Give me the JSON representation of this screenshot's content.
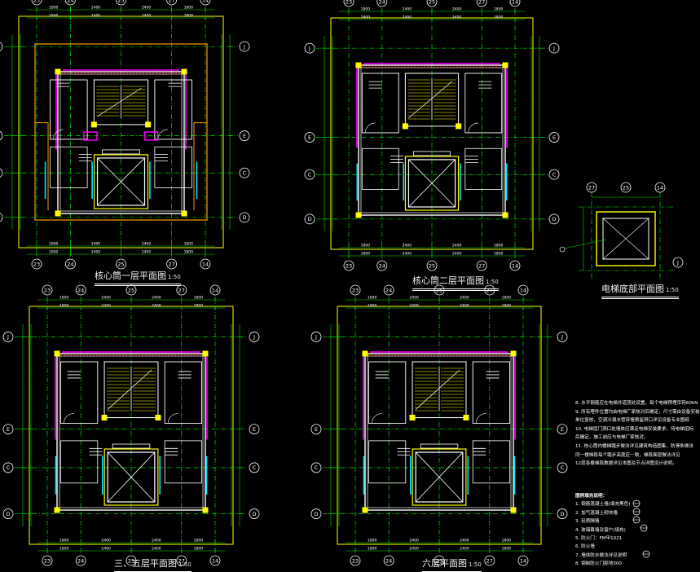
{
  "colors": {
    "background": "#000000",
    "grid": "#00ff00",
    "dims": "#00e000",
    "wall": "#ffffff",
    "insulation": "#ff00ff",
    "column": "#ffff00",
    "fill": "#ff9900",
    "hatch": "#ff3030",
    "glazing": "#00e5ff",
    "text": "#ffffff"
  },
  "plans": [
    {
      "id": "plan-floor1",
      "title": "核心筒一层平面图",
      "scale": "1:50"
    },
    {
      "id": "plan-floor2",
      "title": "核心筒二层平面图",
      "scale": "1:50"
    },
    {
      "id": "plan-floor3-5",
      "title": "三、五层平面图",
      "scale": "1:50"
    },
    {
      "id": "plan-floor6",
      "title": "六层平面图",
      "scale": "1:50"
    }
  ],
  "elevator_plan": {
    "title": "电梯底部平面图",
    "scale": "1:50"
  },
  "axis_labels": {
    "top_bottom": [
      "23",
      "24",
      "25",
      "27",
      "14"
    ],
    "sides": [
      "J",
      "E",
      "C",
      "D"
    ],
    "elevator": [
      "27",
      "25",
      "14",
      "J"
    ]
  },
  "notes": [
    "8. 水平钢筋应在电梯并道顶处设置，每个电梯预埋吊钩60kN",
    "9. 所有埋件位置均由电梯厂家核对后确定，尺寸需由设备安装",
    "    单位复核，空调冷凝水管穿墙预留洞口详见设备专业图纸",
    "10. 电梯层门洞口处墙体应满足电梯安装要求，待电梯招标",
    "    后确定，施工前应与电梯厂家核对。",
    "11. 核心筒内楼梯踏步做法详见建筑构造图集，防滑条做法",
    "    同一楼梯段每个踏步高度应一致，梯段面层做法详见",
    "    12层各楼梯段数据详见本图及节点详图设计说明。"
  ],
  "legend": {
    "header": "图例填充说明：",
    "items": [
      "1. 钢筋混凝土墙(填充黑色)",
      "2. 加气混凝土砌块墙",
      "3. 轻质隔墙",
      "4. 玻璃幕墙及窗户(填充)",
      "5. 防火门：FM甲1021",
      "6. 防火墙",
      "7. 墙体防水做法详见说明",
      "8. 钢制防火门距地300"
    ]
  }
}
